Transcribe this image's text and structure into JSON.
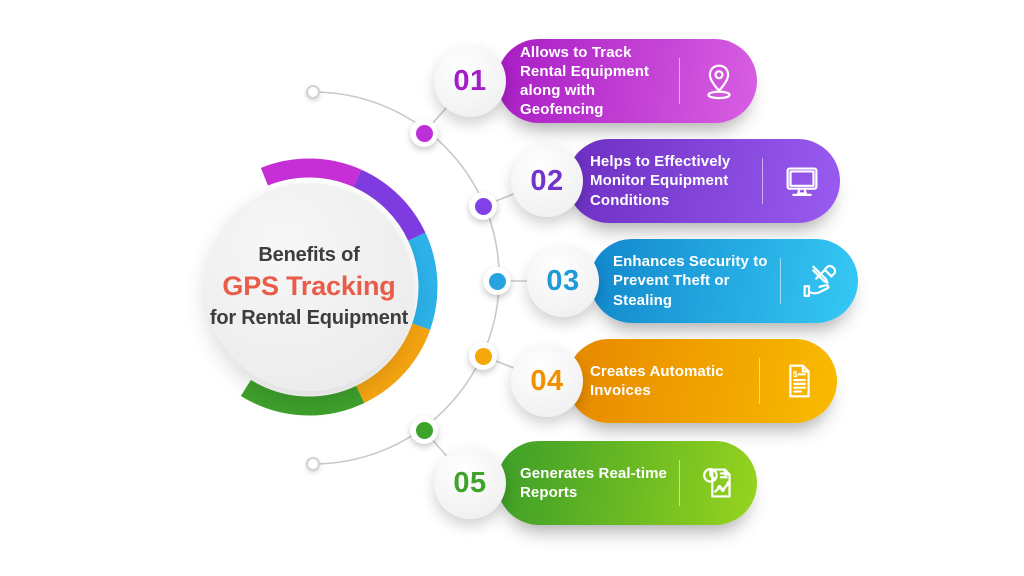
{
  "hub": {
    "title_line1": "Benefits of",
    "title_highlight": "GPS Tracking",
    "title_line2": "for Rental Equipment",
    "highlight_color": "#e95c49",
    "text_color": "#3d3d3d",
    "ring_colors": [
      "#c62fd6",
      "#7e3ce0",
      "#2cb1e8",
      "#f4a411",
      "#3ea02c"
    ]
  },
  "connector_color": "#c9c9c9",
  "items": [
    {
      "number": "01",
      "title": "Allows to Track Rental Equipment along with Geofencing",
      "icon": "map-pin-icon",
      "color_from": "#a81cc4",
      "color_to": "#d95fe2",
      "number_color": "#a21ec9",
      "dot_color": "#bd2fd8"
    },
    {
      "number": "02",
      "title": "Helps to Effectively Monitor Equipment Conditions",
      "icon": "monitor-icon",
      "color_from": "#6c2fc2",
      "color_to": "#9a5cf0",
      "number_color": "#7233cc",
      "dot_color": "#8042e8"
    },
    {
      "number": "03",
      "title": "Enhances Security to Prevent Theft or Stealing",
      "icon": "hand-tools-icon",
      "color_from": "#1287cc",
      "color_to": "#36c9f4",
      "number_color": "#1e9ad8",
      "dot_color": "#27a3e0"
    },
    {
      "number": "04",
      "title": "Creates Automatic Invoices",
      "icon": "invoice-icon",
      "color_from": "#e78800",
      "color_to": "#f9bb00",
      "number_color": "#f09200",
      "dot_color": "#f6a70c"
    },
    {
      "number": "05",
      "title": "Generates Real-time Reports",
      "icon": "report-icon",
      "color_from": "#3c9e28",
      "color_to": "#97d41e",
      "number_color": "#3fa32b",
      "dot_color": "#3da32b"
    }
  ]
}
